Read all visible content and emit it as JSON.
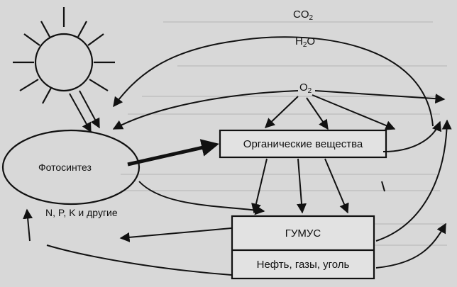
{
  "labels": {
    "co2": {
      "base": "CO",
      "sub": "2"
    },
    "h2o": {
      "base": "H",
      "sub": "2",
      "tail": "O"
    },
    "o2": {
      "base": "O",
      "sub": "2"
    },
    "organic": "Органические вещества",
    "photosynthesis": "Фотосинтез",
    "npk": "N, P, K и другие",
    "humus": "ГУМУС",
    "oil": "Нефть, газы, уголь"
  },
  "colors": {
    "background": "#d8d8d8",
    "ink": "#111111",
    "box_fill": "#e2e2e2"
  },
  "icons": {
    "sun": "sun-icon"
  }
}
